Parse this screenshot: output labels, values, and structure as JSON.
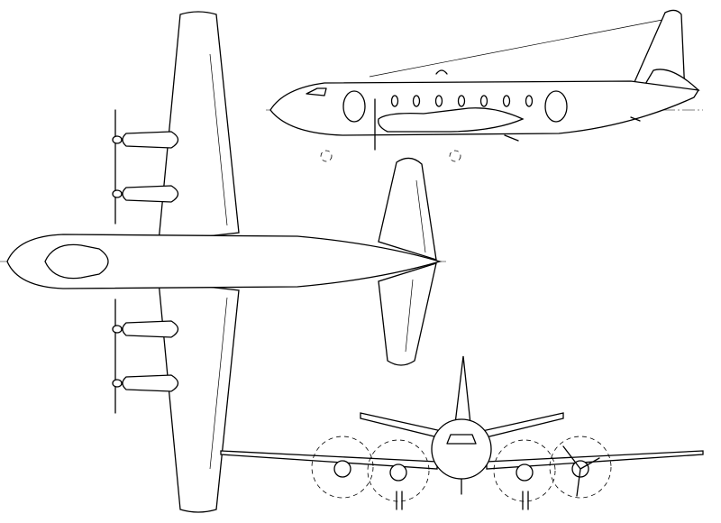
{
  "drawing": {
    "views": [
      "plan",
      "side",
      "front"
    ],
    "line_color": "#000000",
    "background_color": "#ffffff"
  }
}
